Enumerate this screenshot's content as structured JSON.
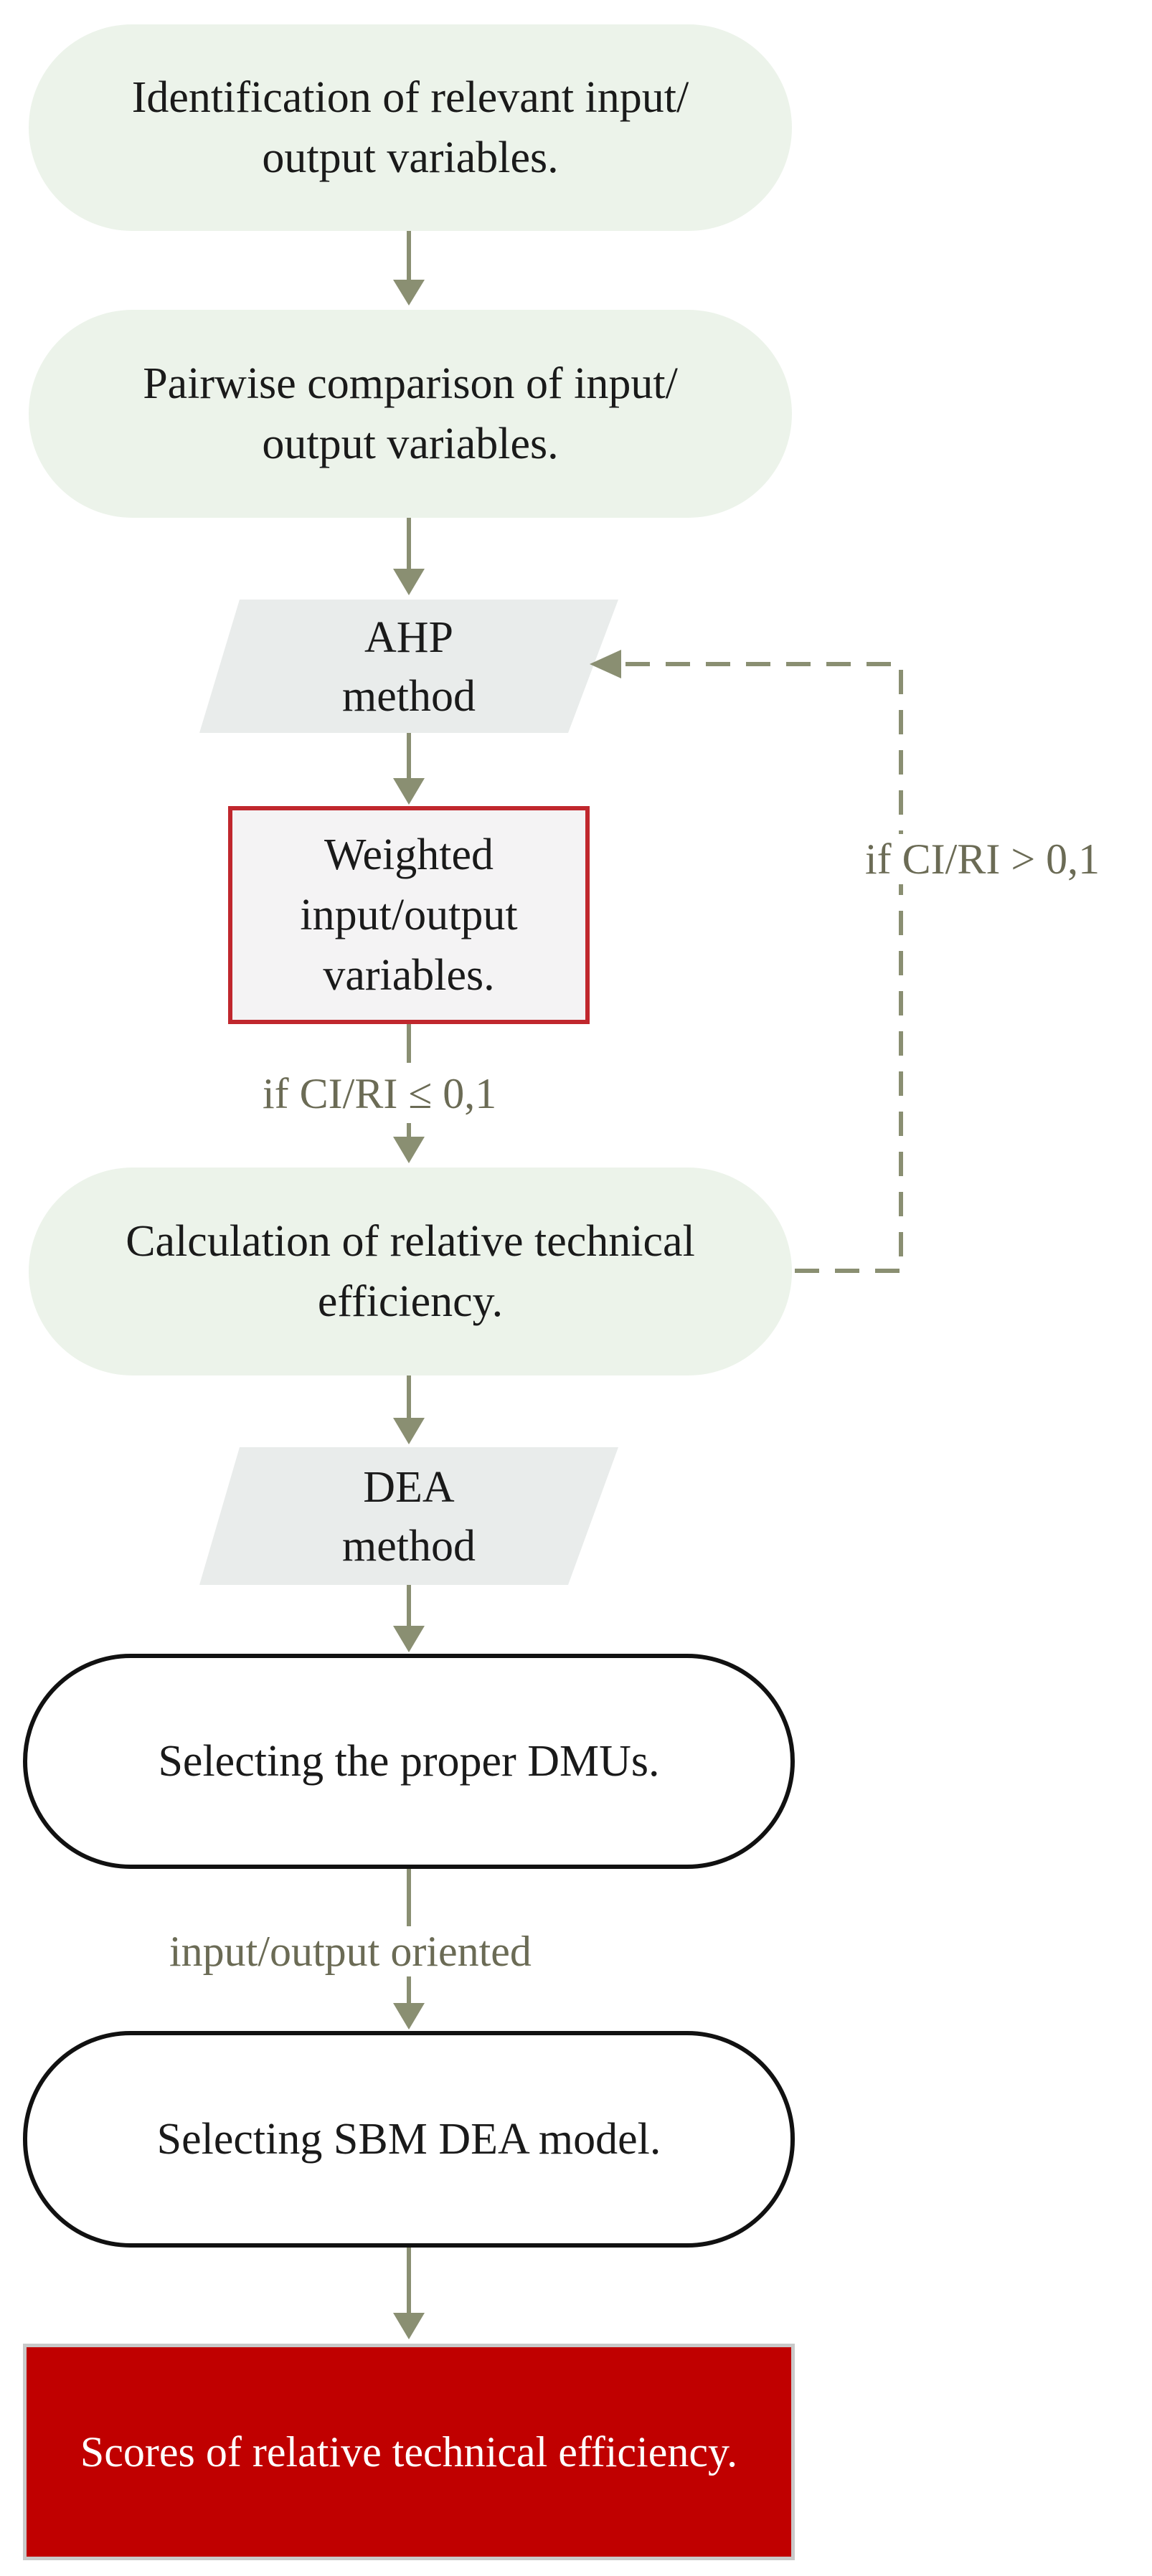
{
  "nodes": {
    "identification": {
      "line1": "Identification of relevant input/",
      "line2": "output variables."
    },
    "pairwise": {
      "line1": "Pairwise comparison of input/",
      "line2": "output variables."
    },
    "ahp": {
      "line1": "AHP",
      "line2": "method"
    },
    "weighted": {
      "line1": "Weighted",
      "line2": "input/output",
      "line3": "variables."
    },
    "calculation": {
      "line1": "Calculation of relative technical",
      "line2": "efficiency."
    },
    "dea": {
      "line1": "DEA",
      "line2": "method"
    },
    "dmus": {
      "label": "Selecting the proper DMUs."
    },
    "sbm": {
      "label": "Selecting SBM DEA model."
    },
    "scores": {
      "label": "Scores of relative technical efficiency."
    }
  },
  "edges": {
    "consistent": "if CI/RI ≤  0,1",
    "inconsistent": "if CI/RI > 0,1",
    "orientation": "input/output oriented"
  },
  "colors": {
    "arrow": "#8a8f72",
    "pill_fill": "#ecf3ea",
    "parallelogram_fill": "#e9eceb",
    "weighted_border": "#c0272d",
    "scores_fill": "#c00000",
    "edge_label_text": "#6b6b55"
  }
}
